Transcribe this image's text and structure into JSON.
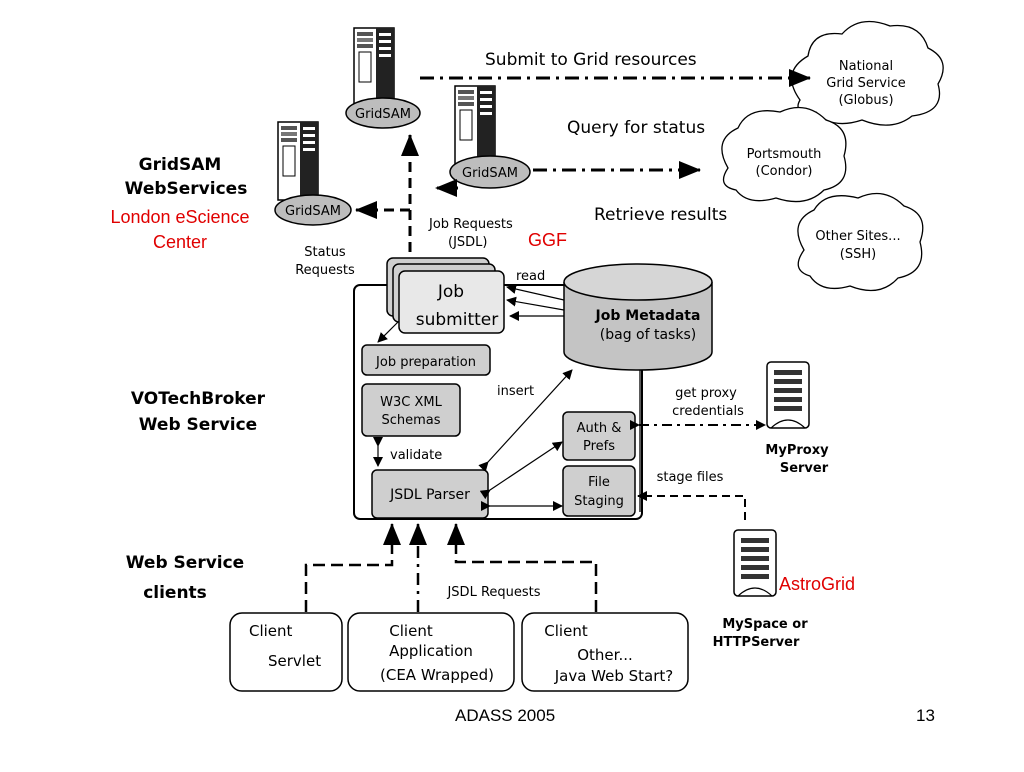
{
  "labels": {
    "submit": "Submit to Grid resources",
    "query": "Query for status",
    "retrieve": "Retrieve results",
    "job_requests_1": "Job Requests",
    "job_requests_2": "(JSDL)",
    "ggf": "GGF",
    "status_requests_1": "Status",
    "status_requests_2": "Requests",
    "read": "read",
    "insert": "insert",
    "validate": "validate",
    "get_proxy_1": "get proxy",
    "get_proxy_2": "credentials",
    "stage_files": "stage files",
    "jsdl_requests": "JSDL Requests"
  },
  "side_titles": {
    "gridsam_1": "GridSAM",
    "gridsam_2": "WebServices",
    "london_1": "London eScience",
    "london_2": "Center",
    "votech_1": "VOTechBroker",
    "votech_2": "Web Service",
    "ws_clients_1": "Web Service",
    "ws_clients_2": "clients"
  },
  "gridsam_nodes": [
    "GridSAM",
    "GridSAM",
    "GridSAM"
  ],
  "clouds": {
    "national_1": "National",
    "national_2": "Grid Service",
    "national_3": "(Globus)",
    "portsmouth_1": "Portsmouth",
    "portsmouth_2": "(Condor)",
    "other_1": "Other Sites...",
    "other_2": "(SSH)"
  },
  "broker": {
    "job_submitter_1": "Job",
    "job_submitter_2": "submitter",
    "job_metadata_1": "Job Metadata",
    "job_metadata_2": "(bag of tasks)",
    "job_preparation": "Job preparation",
    "schemas_1": "W3C XML",
    "schemas_2": "Schemas",
    "jsdl_parser": "JSDL Parser",
    "auth_1": "Auth &",
    "auth_2": "Prefs",
    "file_staging_1": "File",
    "file_staging_2": "Staging"
  },
  "servers": {
    "myproxy_1": "MyProxy",
    "myproxy_2": "Server",
    "myspace_1": "MySpace or",
    "myspace_2": "HTTPServer",
    "astrogrid": "AstroGrid"
  },
  "clients": {
    "servlet_1": "Client",
    "servlet_2": "Servlet",
    "app_1": "Client",
    "app_2": "Application",
    "app_3": "(CEA Wrapped)",
    "other_1": "Client",
    "other_2": "Other...",
    "other_3": "Java Web Start?"
  },
  "footer": {
    "conference": "ADASS 2005",
    "page": "13"
  },
  "colors": {
    "box_fill": "#cfcfcf",
    "box_fill_light": "#e6e6e6",
    "accent_red": "#e00000"
  },
  "icons": [
    "server-tower-icon",
    "server-rack-icon",
    "cloud-icon",
    "database-cylinder-icon"
  ]
}
